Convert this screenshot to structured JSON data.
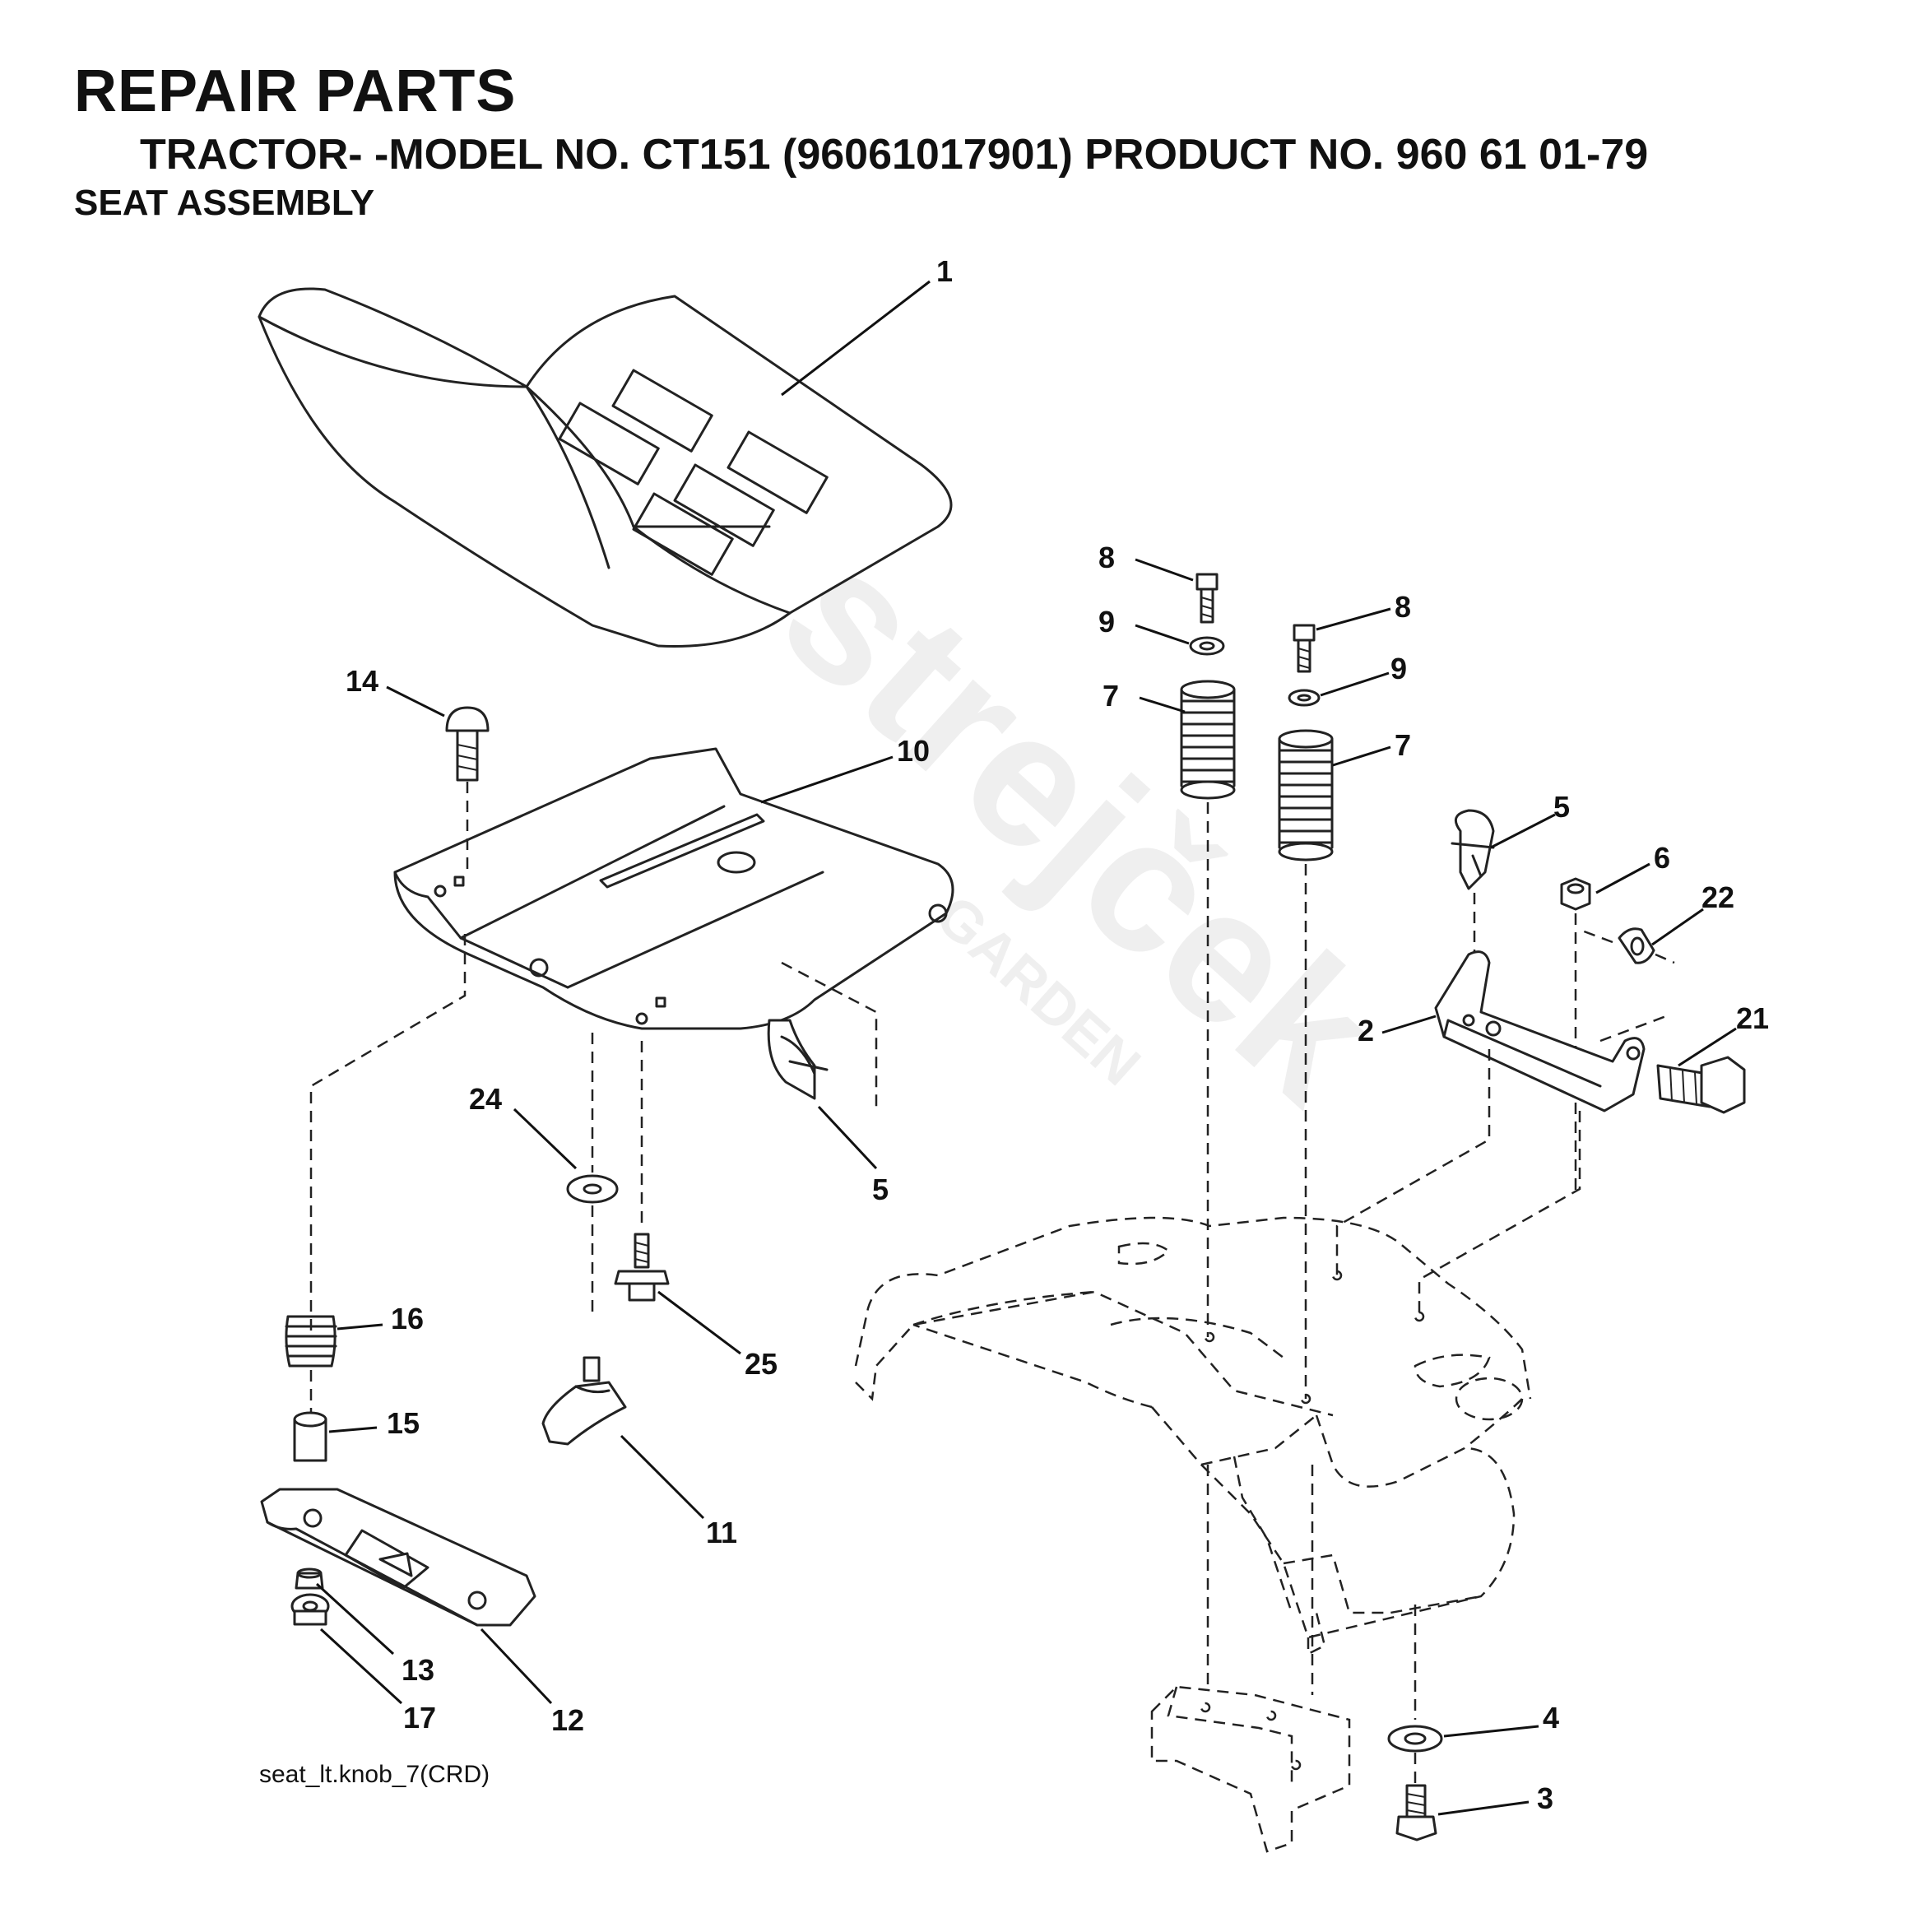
{
  "header": {
    "title": "REPAIR PARTS",
    "subtitle": "TRACTOR- -MODEL NO. CT151 (96061017901) PRODUCT NO. 960 61 01-79",
    "section": "SEAT ASSEMBLY"
  },
  "footer": {
    "filename": "seat_lt.knob_7(CRD)"
  },
  "watermark": {
    "brand": "strejček",
    "sub": "GARDEN"
  },
  "callouts": {
    "c1": "1",
    "c2": "2",
    "c3": "3",
    "c4": "4",
    "c5a": "5",
    "c5b": "5",
    "c6": "6",
    "c7a": "7",
    "c7b": "7",
    "c8a": "8",
    "c8b": "8",
    "c9a": "9",
    "c9b": "9",
    "c10": "10",
    "c11": "11",
    "c12": "12",
    "c13": "13",
    "c14": "14",
    "c15": "15",
    "c16": "16",
    "c17": "17",
    "c21": "21",
    "c22": "22",
    "c24": "24",
    "c25": "25"
  }
}
